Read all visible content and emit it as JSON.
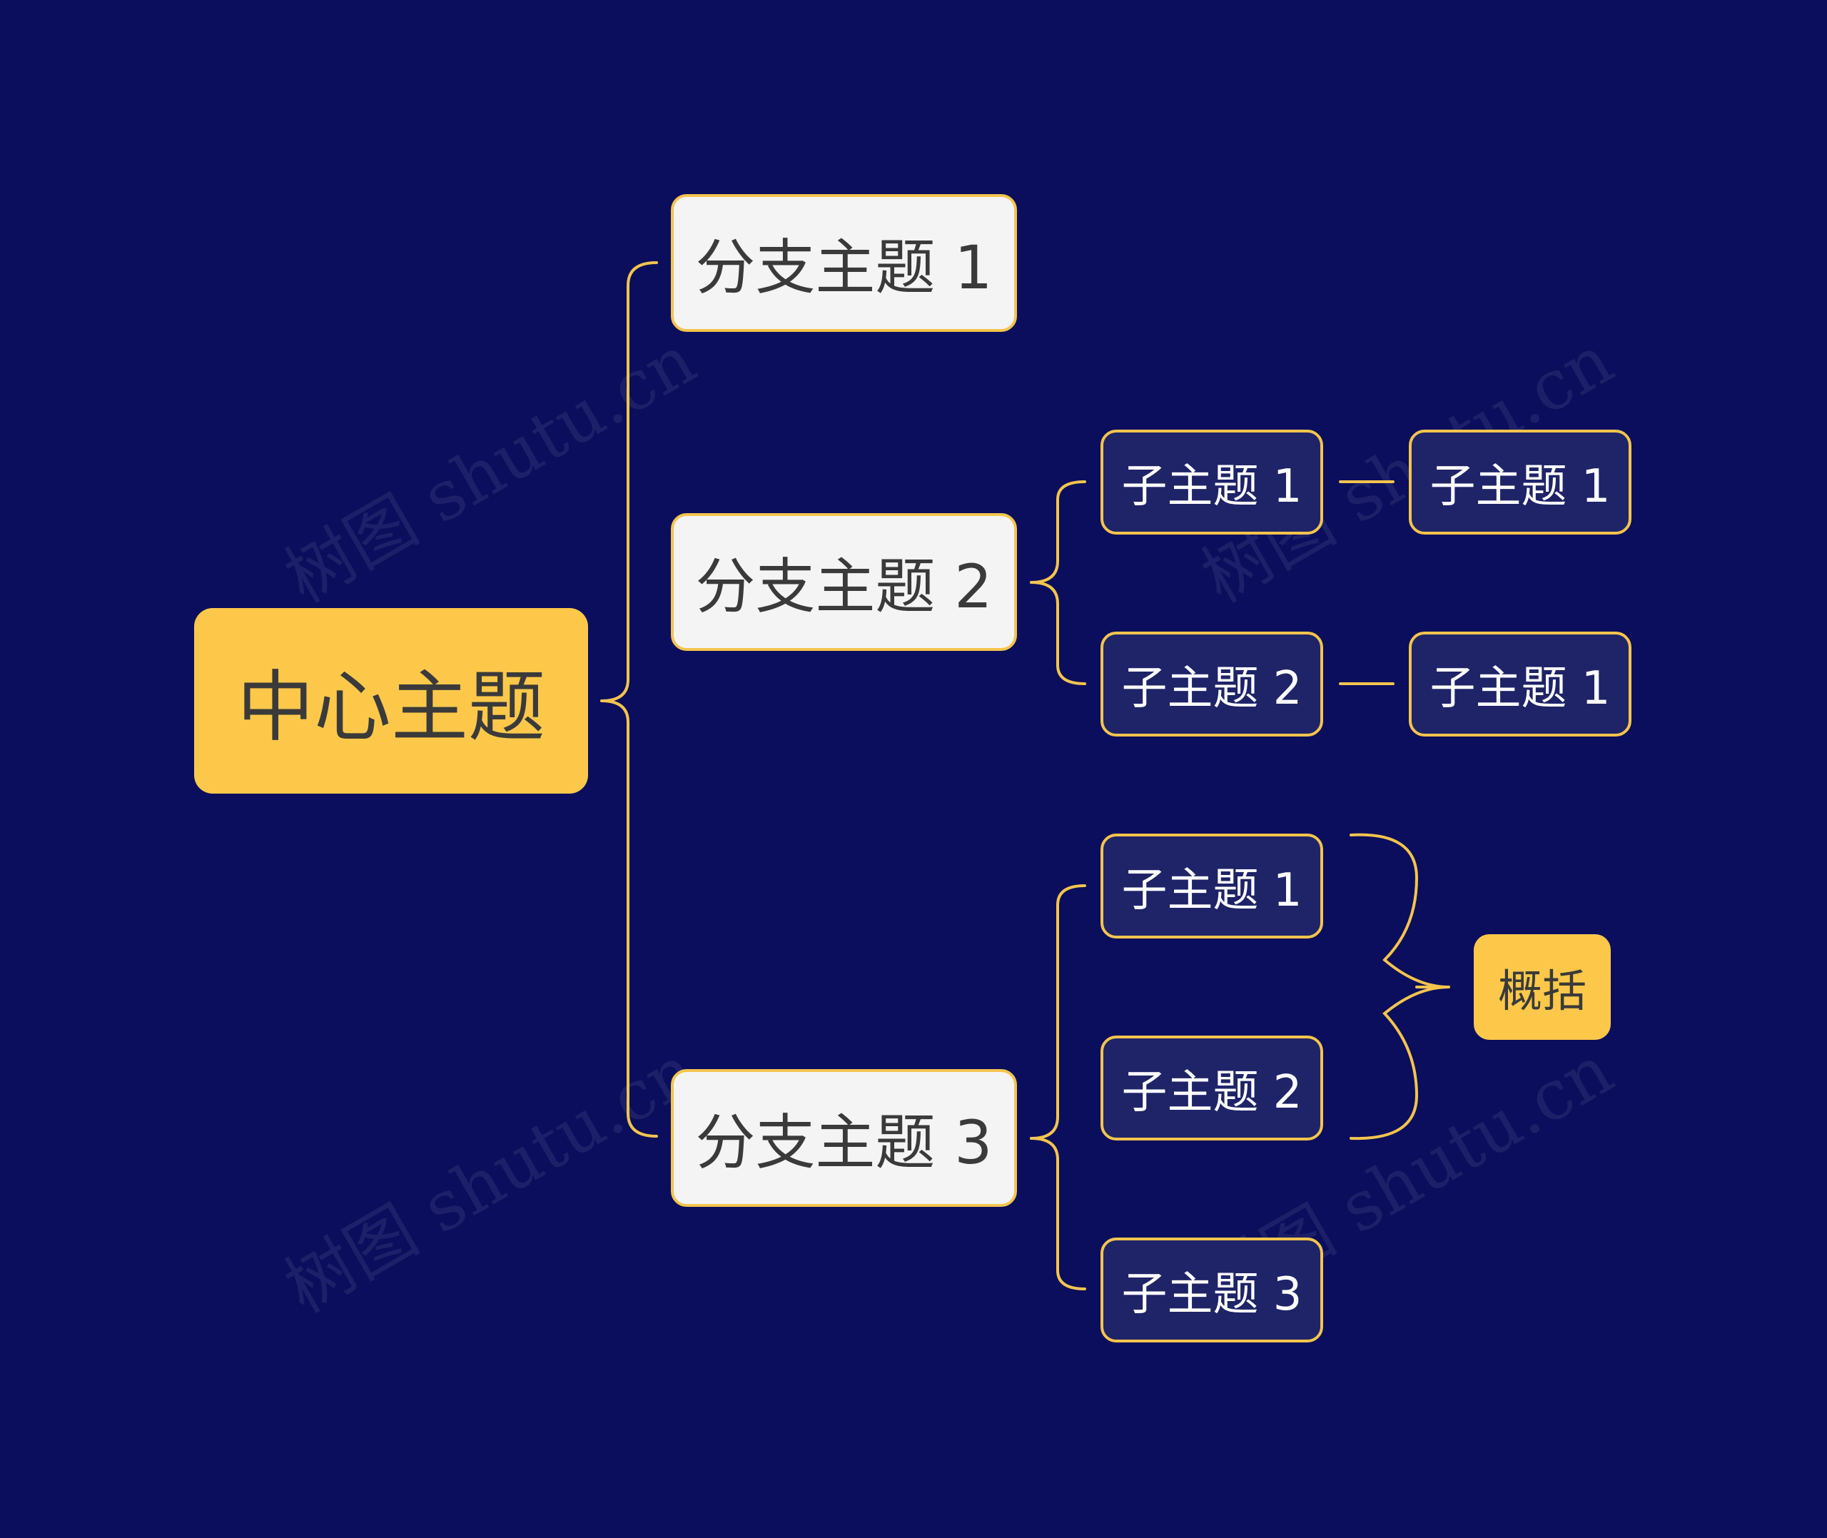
{
  "colors": {
    "background": "#0a0e5c",
    "accent": "#f4c44d",
    "root_fill": "#fdc84a",
    "branch_fill": "#f4f4f4",
    "sub_fill": "#1f2468"
  },
  "root": {
    "label": "中心主题"
  },
  "branches": [
    {
      "label": "分支主题 1"
    },
    {
      "label": "分支主题 2",
      "children": [
        {
          "label": "子主题 1",
          "child": {
            "label": "子主题 1"
          }
        },
        {
          "label": "子主题 2",
          "child": {
            "label": "子主题 1"
          }
        }
      ]
    },
    {
      "label": "分支主题 3",
      "children": [
        {
          "label": "子主题 1"
        },
        {
          "label": "子主题 2"
        },
        {
          "label": "子主题 3"
        }
      ],
      "summary": {
        "label": "概括"
      }
    }
  ],
  "watermark": "树图 shutu.cn"
}
